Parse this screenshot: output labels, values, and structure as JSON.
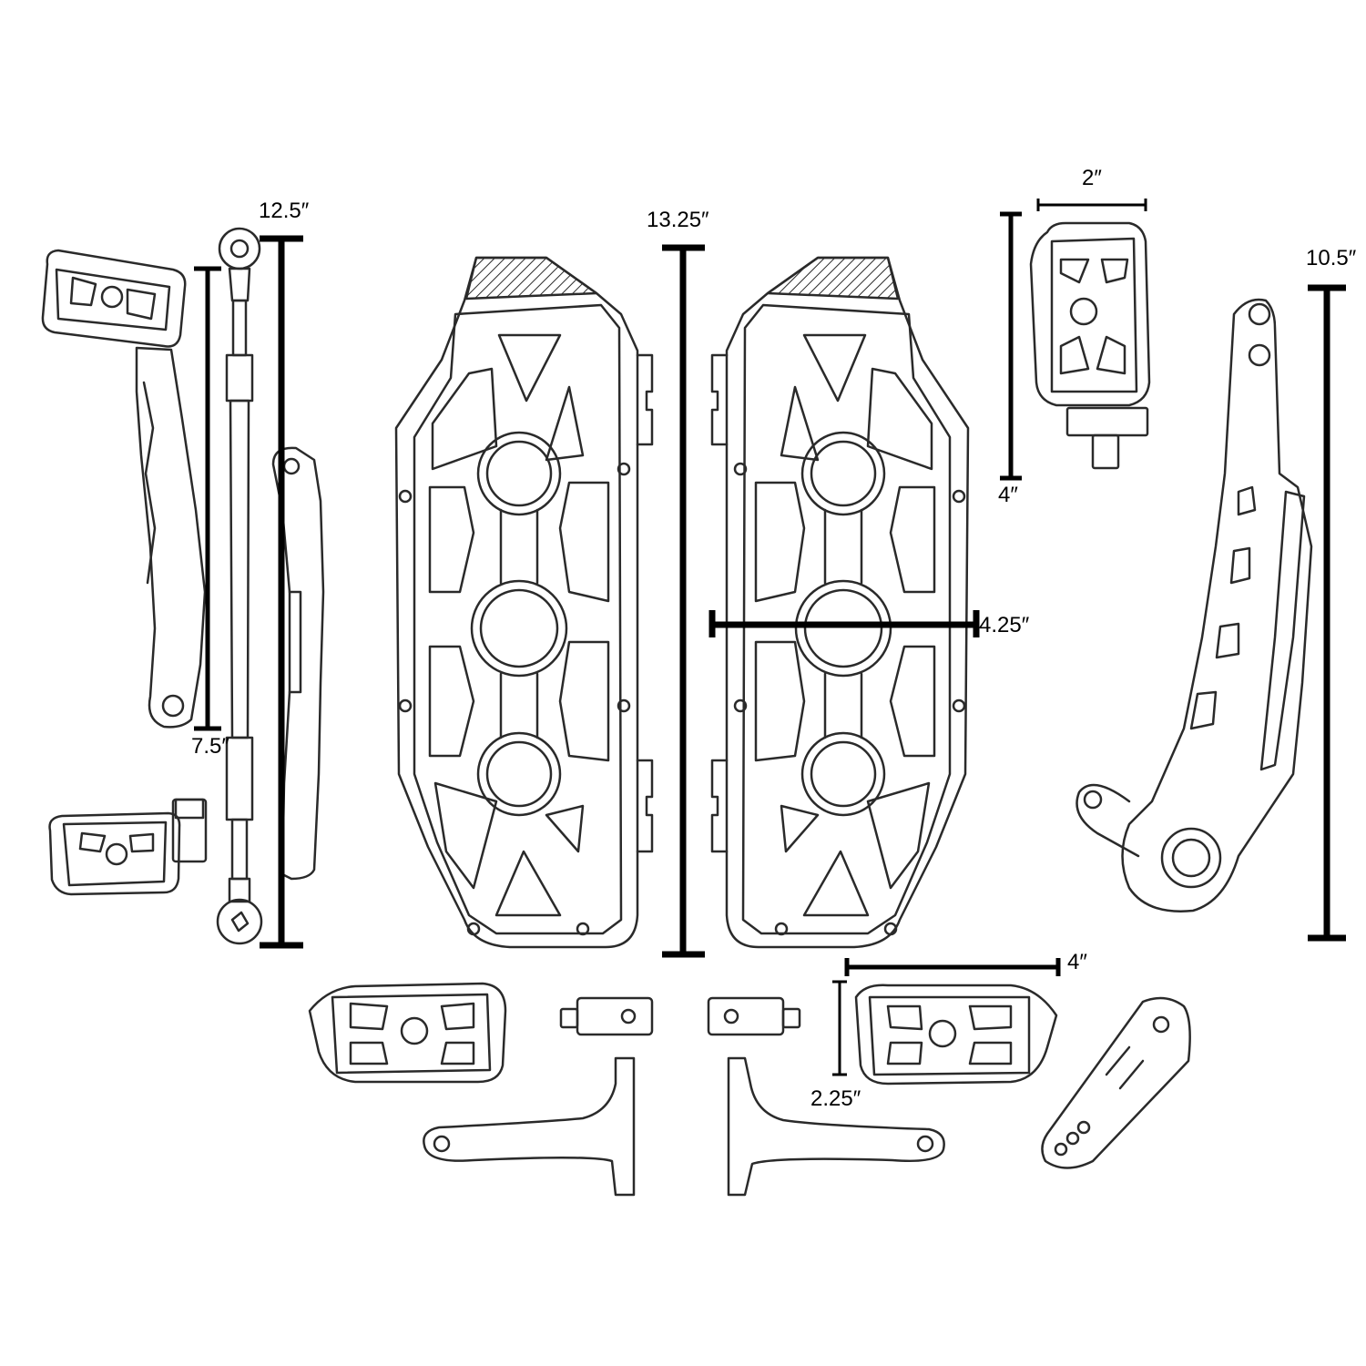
{
  "dimensions": {
    "lever_pedal_height": "7.5″",
    "linkage_rod_length": "12.5″",
    "floorboard_length": "13.25″",
    "floorboard_width": "4.25″",
    "peg_top_width": "2″",
    "peg_top_height": "4″",
    "brake_arm_length": "10.5″",
    "peg_bottom_width": "4″",
    "peg_bottom_height": "2.25″"
  },
  "colors": {
    "ink": "#000000",
    "outline": "#2a2a2a",
    "background": "#ffffff"
  }
}
